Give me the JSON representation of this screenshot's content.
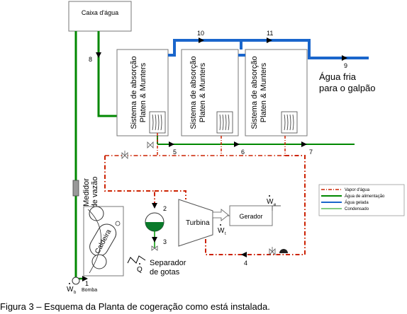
{
  "diagram": {
    "tank_label": "Caixa d'água",
    "absorption_system_line1": "Sistema de absorção",
    "absorption_system_line2": "Platen & Munters",
    "cold_water_line1": "Água fria",
    "cold_water_line2": "para o galpão",
    "flow_meter_line1": "Medidor",
    "flow_meter_line2": "de vazão",
    "boiler_label": "Caldeira",
    "turbine_label": "Turbina",
    "generator_label": "Gerador",
    "separator_line1": "Separador",
    "separator_line2": "de gotas",
    "pump_label": "Bomba",
    "heat_symbol": "Q",
    "work_symbol": "W",
    "work_subscript_e": "e",
    "work_subscript_t": "t",
    "work_subscript_b": "b",
    "state_points": [
      "1",
      "2",
      "3",
      "4",
      "5",
      "6",
      "7",
      "8",
      "9",
      "10",
      "11"
    ]
  },
  "legend": {
    "items": [
      {
        "label": "Vapor d'água",
        "color": "#cc2200",
        "style": "dash-dot"
      },
      {
        "label": "Água de alimentação",
        "color": "#008800",
        "style": "solid"
      },
      {
        "label": "Água gelada",
        "color": "#1a66cc",
        "style": "solid"
      },
      {
        "label": "Condensado",
        "color": "#009900",
        "style": "thin"
      }
    ]
  },
  "caption": "Figura 3 – Esquema da Planta de cogeração como está instalada."
}
